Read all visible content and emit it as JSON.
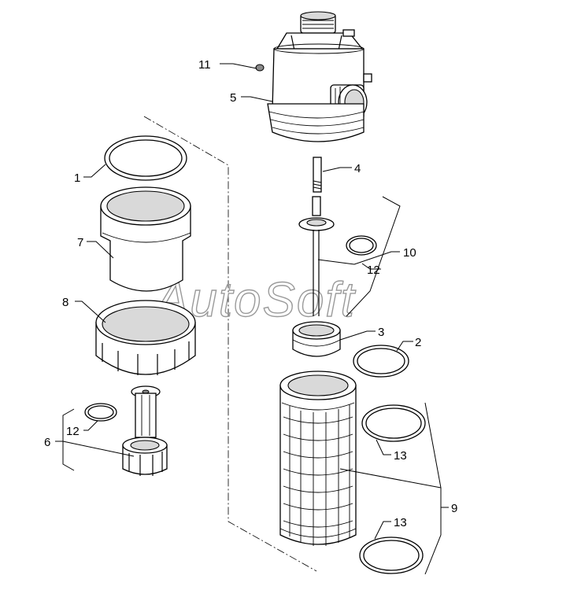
{
  "watermark": "AutoSoft",
  "callouts": [
    {
      "id": "c11",
      "label": "11"
    },
    {
      "id": "c5",
      "label": "5"
    },
    {
      "id": "c1",
      "label": "1"
    },
    {
      "id": "c4",
      "label": "4"
    },
    {
      "id": "c7",
      "label": "7"
    },
    {
      "id": "c10",
      "label": "10"
    },
    {
      "id": "c12a",
      "label": "12"
    },
    {
      "id": "c8",
      "label": "8"
    },
    {
      "id": "c3",
      "label": "3"
    },
    {
      "id": "c2",
      "label": "2"
    },
    {
      "id": "c12b",
      "label": "12"
    },
    {
      "id": "c6",
      "label": "6"
    },
    {
      "id": "c13a",
      "label": "13"
    },
    {
      "id": "c9",
      "label": "9"
    },
    {
      "id": "c13b",
      "label": "13"
    }
  ]
}
